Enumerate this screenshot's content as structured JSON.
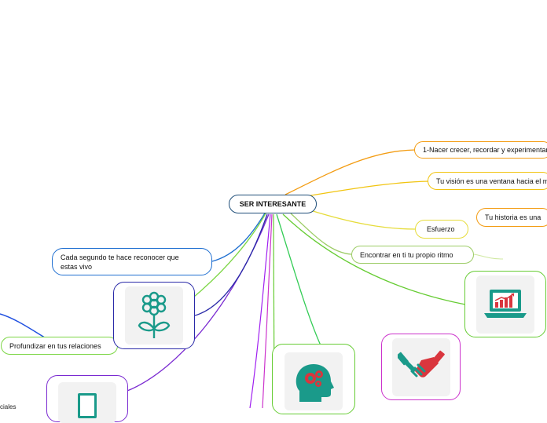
{
  "central": {
    "label": "SER INTERESANTE"
  },
  "topics": {
    "t1": {
      "label": "1-Nacer crecer, recordar y experimentar",
      "color": "#f39c12"
    },
    "t2": {
      "label": "Tu visión es una ventana hacia el mundo",
      "color": "#f1c40f"
    },
    "t3": {
      "label": "Tu historia es una",
      "color": "#f39c12"
    },
    "t4": {
      "label": "Esfuerzo",
      "color": "#d4e157"
    },
    "t5": {
      "label": "Encontrar en ti tu propio ritmo",
      "color": "#9ccc65"
    },
    "t6": {
      "label": "Cada segundo te hace reconocer que estas vivo",
      "color": "#1f6fd1"
    },
    "t7": {
      "label": "Profundizar en tus relaciones",
      "color": "#7cd645"
    }
  },
  "image_nodes": {
    "chart": {
      "icon": "laptop-chart-icon",
      "color": "#66cc33"
    },
    "head": {
      "icon": "head-gears-icon",
      "color": "#66cc33"
    },
    "handshake": {
      "icon": "handshake-icon",
      "color": "#cc33cc"
    },
    "flower": {
      "icon": "flower-icon",
      "color": "#2a2aa8"
    },
    "book": {
      "icon": "book-icon",
      "color": "#7a2ad1"
    }
  },
  "fragments": {
    "left_cut": "ciales"
  }
}
